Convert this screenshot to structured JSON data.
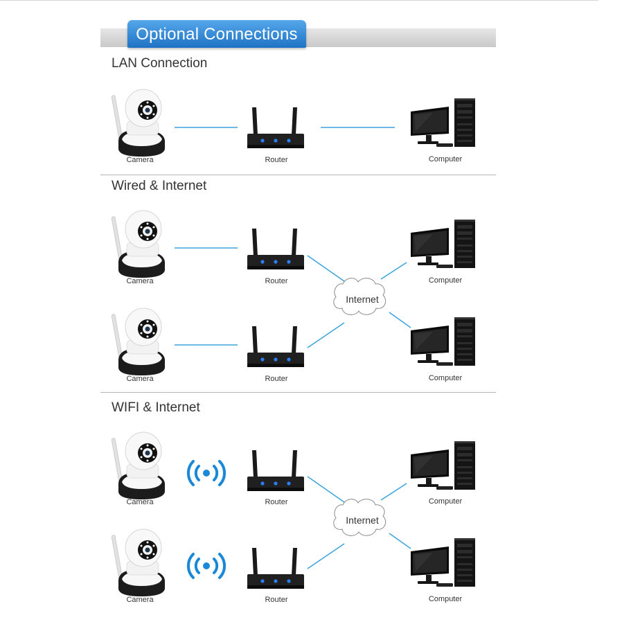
{
  "banner": {
    "title": "Optional Connections"
  },
  "sections": [
    {
      "title": "LAN Connection"
    },
    {
      "title": "Wired & Internet"
    },
    {
      "title": "WIFI & Internet"
    }
  ],
  "labels": {
    "camera": "Camera",
    "router": "Router",
    "computer": "Computer",
    "internet": "Internet"
  },
  "colors": {
    "banner_blue": "#2f86d6",
    "link_line": "#3aa3dd",
    "wifi_icon": "#1a88d8",
    "router_led": "#2a7fff"
  }
}
